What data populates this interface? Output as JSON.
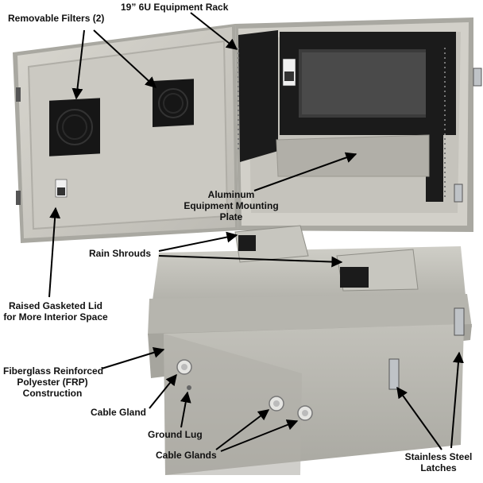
{
  "callouts": {
    "removable_filters": "Removable Filters (2)",
    "equipment_rack": "19” 6U Equipment Rack",
    "mounting_plate_line1": "Aluminum",
    "mounting_plate_line2": "Equipment Mounting",
    "mounting_plate_line3": "Plate",
    "rain_shrouds": "Rain Shrouds",
    "gasketed_lid_line1": "Raised Gasketed Lid",
    "gasketed_lid_line2": "for More Interior Space",
    "frp_line1": "Fiberglass Reinforced",
    "frp_line2": "Polyester (FRP)",
    "frp_line3": "Construction",
    "cable_gland": "Cable Gland",
    "ground_lug": "Ground Lug",
    "cable_glands": "Cable Glands",
    "latches_line1": "Stainless Steel",
    "latches_line2": "Latches"
  },
  "colors": {
    "enclosure_gray": "#b9b8b1",
    "enclosure_shadow": "#9e9d96",
    "interior": "#cfcdc6",
    "rack_black": "#1b1b1b",
    "filter_black": "#161616",
    "steel": "#bfc3c7"
  }
}
